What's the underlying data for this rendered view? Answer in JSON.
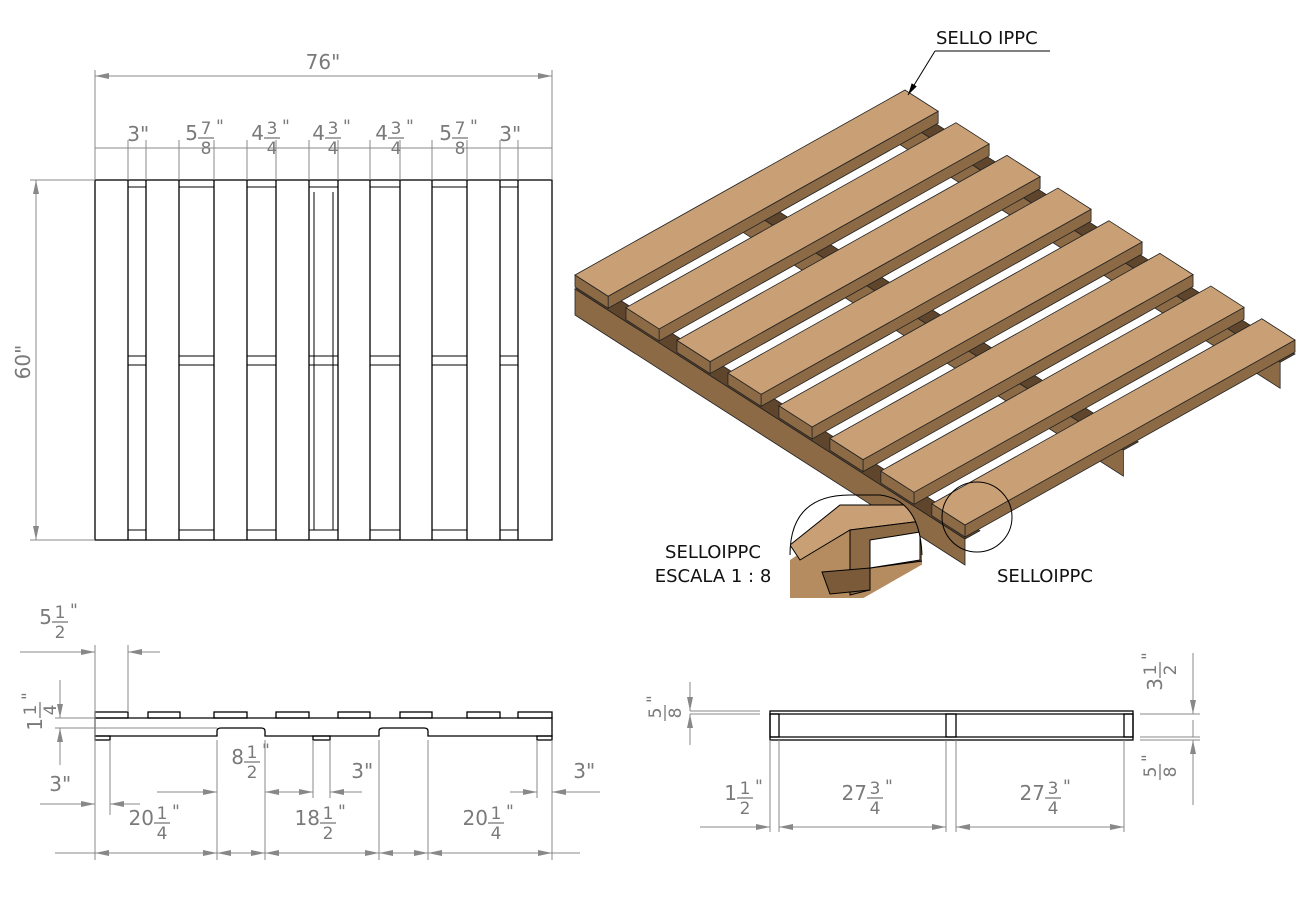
{
  "top_view": {
    "overall_width": "76\"",
    "overall_length": "60\"",
    "spacing": [
      {
        "whole": "3",
        "unit": "\""
      },
      {
        "whole": "5",
        "num": "7",
        "den": "8",
        "unit": "\""
      },
      {
        "whole": "4",
        "num": "3",
        "den": "4",
        "unit": "\""
      },
      {
        "whole": "4",
        "num": "3",
        "den": "4",
        "unit": "\""
      },
      {
        "whole": "4",
        "num": "3",
        "den": "4",
        "unit": "\""
      },
      {
        "whole": "5",
        "num": "7",
        "den": "8",
        "unit": "\""
      },
      {
        "whole": "3",
        "unit": "\""
      }
    ]
  },
  "iso_view": {
    "callout": "SELLO IPPC",
    "detail_circle_label": "SELLOIPPC",
    "detail_title": "SELLOIPPC",
    "detail_scale": "ESCALA 1 : 8",
    "colors": {
      "wood_face": "#c9a075",
      "wood_side": "#8c6a45",
      "wood_dark": "#5e452b"
    }
  },
  "side_view": {
    "board_width": {
      "whole": "5",
      "num": "1",
      "den": "2",
      "unit": "\""
    },
    "deck_thickness": {
      "whole": "1",
      "num": "1",
      "den": "4",
      "unit": "\""
    },
    "end_block": {
      "whole": "3",
      "unit": "\""
    },
    "notch_width": {
      "whole": "8",
      "num": "1",
      "den": "2",
      "unit": "\""
    },
    "mid_block": {
      "whole": "3",
      "unit": "\""
    },
    "end_block_right": {
      "whole": "3",
      "unit": "\""
    },
    "span_left": {
      "whole": "20",
      "num": "1",
      "den": "4",
      "unit": "\""
    },
    "span_mid": {
      "whole": "18",
      "num": "1",
      "den": "2",
      "unit": "\""
    },
    "span_right": {
      "whole": "20",
      "num": "1",
      "den": "4",
      "unit": "\""
    }
  },
  "end_view": {
    "top_board": {
      "num": "5",
      "den": "8",
      "unit": "\""
    },
    "height": {
      "whole": "3",
      "num": "1",
      "den": "2",
      "unit": "\""
    },
    "bottom_board": {
      "num": "5",
      "den": "8",
      "unit": "\""
    },
    "stringer": {
      "whole": "1",
      "num": "1",
      "den": "2",
      "unit": "\""
    },
    "span_left": {
      "whole": "27",
      "num": "3",
      "den": "4",
      "unit": "\""
    },
    "span_right": {
      "whole": "27",
      "num": "3",
      "den": "4",
      "unit": "\""
    }
  }
}
